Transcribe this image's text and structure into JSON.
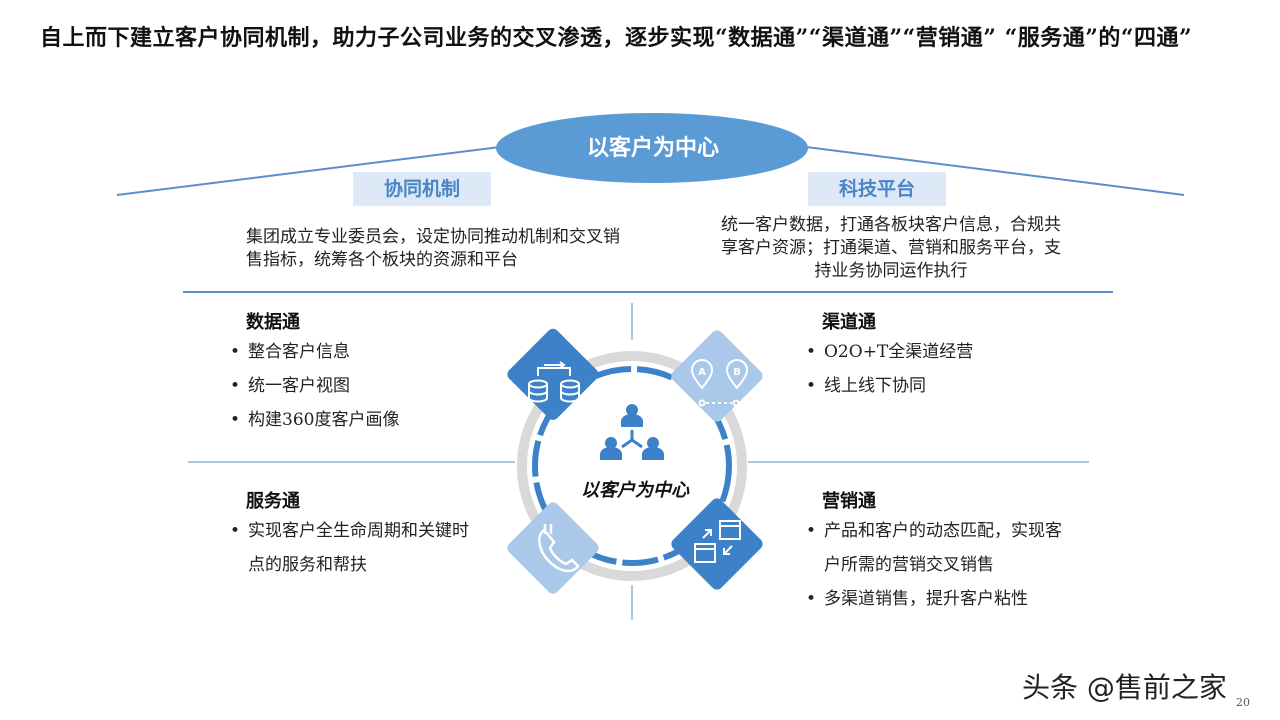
{
  "headline": "自上而下建立客户协同机制，助力子公司业务的交叉渗透，逐步实现“数据通”“渠道通”“营销通” “服务通”的“四通”",
  "center_ellipse": "以客户为中心",
  "tags": {
    "left": "协同机制",
    "right": "科技平台"
  },
  "descriptions": {
    "left": "集团成立专业委员会，设定协同推动机制和交叉销售指标，统筹各个板块的资源和平台",
    "right": "统一客户数据，打通各板块客户信息，合规共享客户资源；打通渠道、营销和服务平台，支持业务协同运作执行"
  },
  "quadrants": {
    "data": {
      "title": "数据通",
      "items": [
        "整合客户信息",
        "统一客户视图",
        "构建360度客户画像"
      ]
    },
    "channel": {
      "title": "渠道通",
      "items": [
        "O2O+T全渠道经营",
        "线上线下协同"
      ]
    },
    "service": {
      "title": "服务通",
      "items": [
        "实现客户全生命周期和关键时点的服务和帮扶"
      ]
    },
    "marketing": {
      "title": "营销通",
      "items": [
        "产品和客户的动态匹配，实现客户所需的营销交叉销售",
        "多渠道销售，提升客户粘性"
      ]
    }
  },
  "center_label": "以客户为中心",
  "icons": {
    "top_left": "database-sync-icon",
    "top_right": "location-pins-icon",
    "bottom_left": "phone-icon",
    "bottom_right": "window-arrows-icon",
    "center": "people-network-icon"
  },
  "colors": {
    "dark_blue": "#3d82c8",
    "mid_blue": "#5b9bd5",
    "light_blue": "#a9c8ea",
    "ring_gray": "#d9d9d9",
    "line": "#5b8ec9"
  },
  "watermark": "头条 @售前之家",
  "page_number": "20"
}
